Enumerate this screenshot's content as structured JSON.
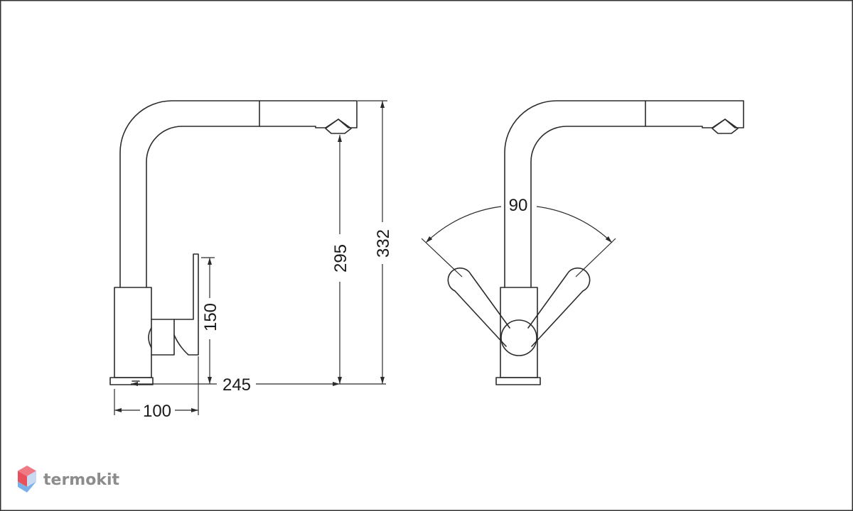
{
  "dimensions": {
    "width_top": "100",
    "reach": "245",
    "height_spout": "295",
    "height_total": "332",
    "height_body": "150",
    "rotation_angle": "90"
  },
  "brand": {
    "name": "termokit",
    "logo_colors": [
      "#e8505b",
      "#6aa7e8"
    ]
  }
}
